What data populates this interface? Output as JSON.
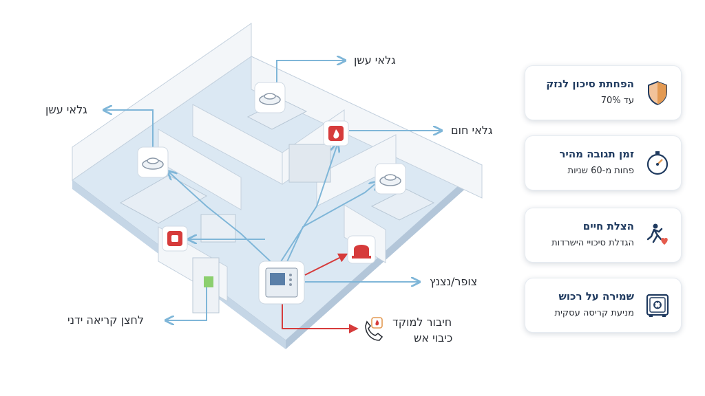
{
  "labels": {
    "smoke_detector_top": "גלאי עשן",
    "smoke_detector_left": "גלאי עשן",
    "heat_detector": "גלאי חום",
    "siren_strobe": "צופר/נצנץ",
    "manual_call_point": "לחצן קריאה ידני",
    "monitoring_line1": "חיבור למוקד",
    "monitoring_line2": "כיבוי אש"
  },
  "benefits": [
    {
      "title": "הפחתת סיכון לנזק",
      "subtitle": "עד 70%",
      "icon": "shield-icon",
      "color": "#e39a53"
    },
    {
      "title": "זמן תגובה מהיר",
      "subtitle": "פחות מ-60 שניות",
      "icon": "stopwatch-icon",
      "color": "#e39a53"
    },
    {
      "title": "הצלת חיים",
      "subtitle": "הגדלת סיכויי הישרדות",
      "icon": "running-person-heart-icon",
      "color": "#e55b4d"
    },
    {
      "title": "שמירה על רכוש",
      "subtitle": "מניעת קריסה עסקית",
      "icon": "safe-icon",
      "color": "#1f3a5f"
    }
  ],
  "colors": {
    "connector": "#7fb6d8",
    "alarm_line": "#d63b3b",
    "floor": "#d8e6f2",
    "wall": "#f2f5f8",
    "panel_screen": "#5a7fa8"
  }
}
